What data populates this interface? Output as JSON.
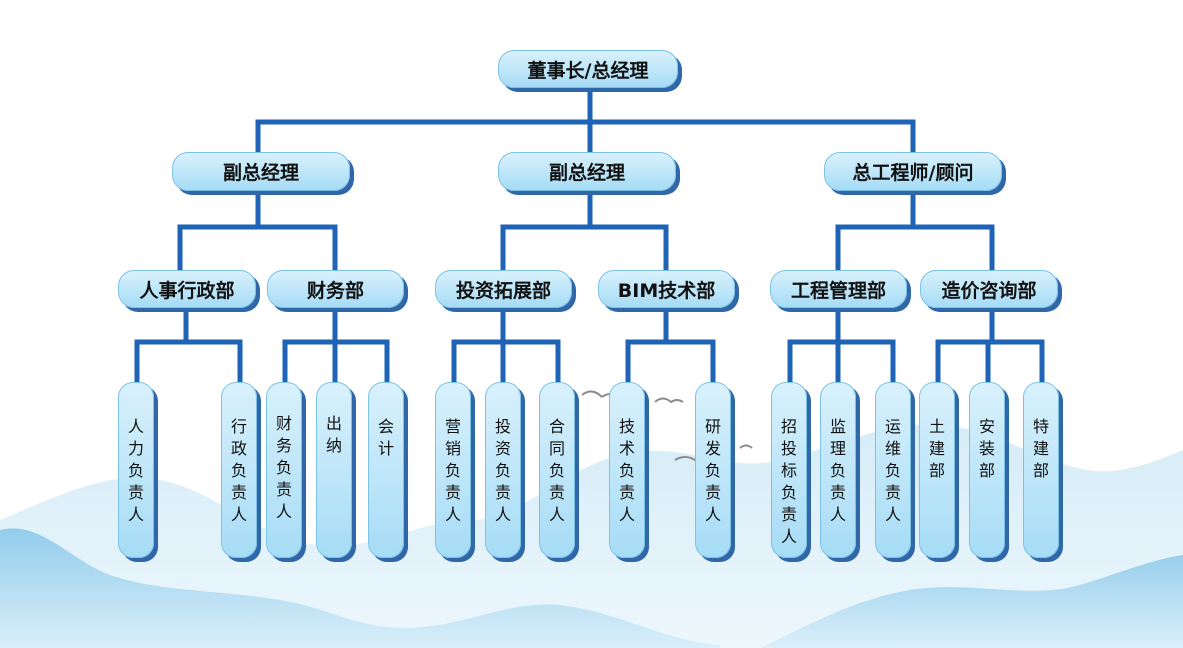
{
  "root": {
    "label": "董事长/总经理"
  },
  "level2": [
    {
      "label": "副总经理"
    },
    {
      "label": "副总经理"
    },
    {
      "label": "总工程师/顾问"
    }
  ],
  "departments": [
    {
      "label": "人事行政部"
    },
    {
      "label": "财务部"
    },
    {
      "label": "投资拓展部"
    },
    {
      "label": "BIM技术部"
    },
    {
      "label": "工程管理部"
    },
    {
      "label": "造价咨询部"
    }
  ],
  "roles": [
    {
      "label": "人力负责人"
    },
    {
      "label": "行政负责人"
    },
    {
      "label": "财务负责人"
    },
    {
      "label": "出纳"
    },
    {
      "label": "会计"
    },
    {
      "label": "营销负责人"
    },
    {
      "label": "投资负责人"
    },
    {
      "label": "合同负责人"
    },
    {
      "label": "技术负责人"
    },
    {
      "label": "研发负责人"
    },
    {
      "label": "招投标负责人"
    },
    {
      "label": "监理负责人"
    },
    {
      "label": "运维负责人"
    },
    {
      "label": "土建部"
    },
    {
      "label": "安装部"
    },
    {
      "label": "特建部"
    }
  ],
  "colors": {
    "connector": "#1e63b6",
    "box_fill_top": "#d9f1fc",
    "box_fill_bottom": "#a6dcf6",
    "shadow": "#2f67a9"
  }
}
